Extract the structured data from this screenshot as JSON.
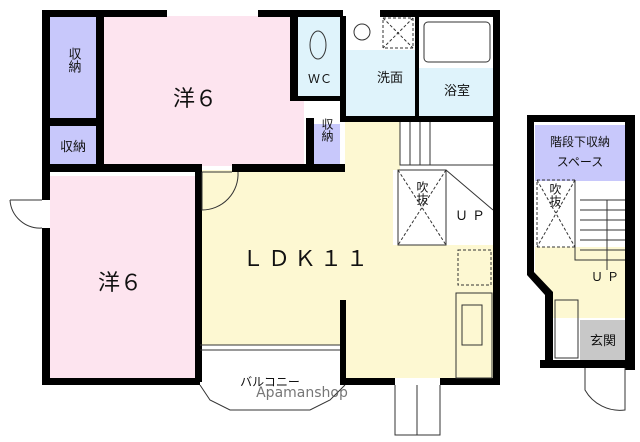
{
  "colors": {
    "wall": "#000000",
    "western_room": "#fde4ef",
    "storage": "#c8c8fb",
    "ldk": "#fdf8d2",
    "wet_area": "#dff3fb",
    "entrance": "#c8c8c8"
  },
  "rooms": {
    "storage_top": "収納",
    "storage_small": "収納",
    "western_room_top": "洋６",
    "western_room_bottom": "洋６",
    "wc": "ＷＣ",
    "storage_mid": "収納",
    "washroom": "洗面",
    "bathroom": "浴室",
    "ldk": "ＬＤＫ１１",
    "void_main": "吹抜",
    "stairs_up_main": "ＵＰ",
    "balcony": "バルコニー",
    "under_stairs_storage_line1": "階段下収納",
    "under_stairs_storage_line2": "スペース",
    "void_sub": "吹抜",
    "stairs_up_sub": "ＵＰ",
    "entrance": "玄関"
  },
  "watermark": "Apamanshop"
}
